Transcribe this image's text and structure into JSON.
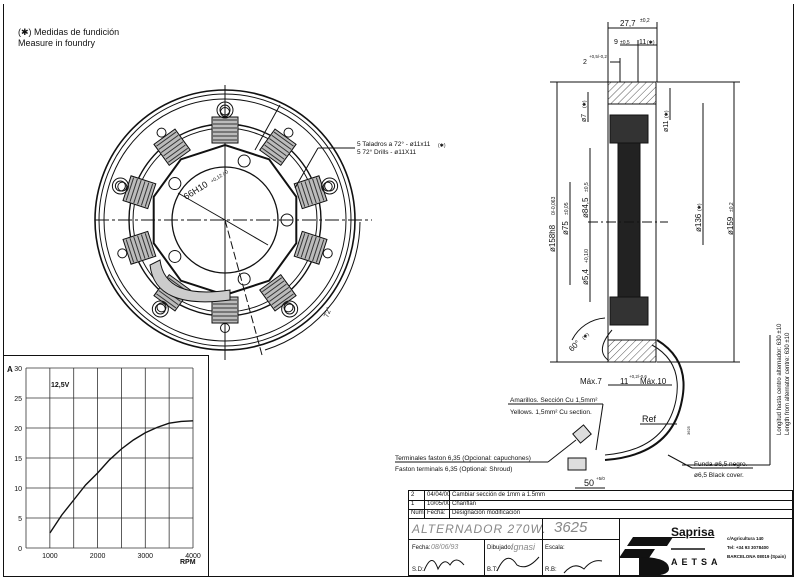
{
  "notes": {
    "line1": "(✱) Medidas de fundición",
    "line2": "Measure in foundry"
  },
  "front_view": {
    "drill_label_es": "5 Taladros a 72° - ø11x11",
    "drill_label_en": "5 72° Drills - ø11X11",
    "drill_mark": "(✱)",
    "bore_label": "66H10",
    "bore_tol": "+0,12 / 0",
    "angle_label": "72°"
  },
  "side_view": {
    "dims": {
      "width": "27,7",
      "width_tol": "±0,2",
      "d9": "9",
      "d9_tol": "±0,5",
      "d11": "11",
      "d11_mark": "(✱)",
      "d2": "2",
      "d2_tol": "+0,5/-0,2",
      "d7": "ø7",
      "d7_mark": "(✱)",
      "d11b": "ø11",
      "d11b_mark": "(✱)",
      "d158": "ø158h8",
      "d158_tol": "0/-0,063",
      "d75": "ø75",
      "d75_tol": "±0,05",
      "d84": "ø84,5",
      "d84_tol": "±0,5",
      "d54": "ø5,4",
      "d54_tol": "+0,1/0",
      "d136": "ø136",
      "d136_mark": "(✱)",
      "d159": "ø159",
      "d159_tol": "±0,2",
      "angle": "60°",
      "angle_mark": "(✱)",
      "max7": "Máx.7",
      "d11c": "11",
      "d11c_tol": "+0,2/-0,6",
      "max10": "Máx.10"
    },
    "length_es": "Longitud hasta centro alternador: 630 ±10",
    "length_en": "Length from alternator centre: 630 ±10"
  },
  "wiring": {
    "yellow_es": "Amarillos. Sección Cu 1,5mm²",
    "yellow_en": "Yellows. 1,5mm² Cu section.",
    "ref": "Ref",
    "terminals_es": "Terminales faston 6,35 (Opcional: capuchones)",
    "terminals_en": "Faston terminals 6,35 (Optional: Shroud)",
    "cover_es": "Funda ø6,5 negro.",
    "cover_en": "ø6,5 Black cover.",
    "dim50": "50",
    "dim50_tol": "+5/0",
    "cable_mark": "3625"
  },
  "title_block": {
    "revisions": [
      {
        "num": "2",
        "date": "04/04/00",
        "desc": "Cambiar sección de 1mm a 1.5mm"
      },
      {
        "num": "1",
        "date": "10/05/00",
        "desc": "Chanflán"
      }
    ],
    "rev_headers": {
      "num": "Num.",
      "date": "Fecha:",
      "desc": "Designación modificación"
    },
    "part_name": "ALTERNADOR 270W.",
    "part_number": "3625",
    "date_label": "Fecha:",
    "date_value": "08/06/93",
    "drawn_label": "Dibujado:",
    "drawn_value": "Ignasi",
    "scale_label": "Escala:",
    "sd_label": "S.D:",
    "bt_label": "B.T:",
    "rb_label": "R.B:",
    "company": "Saprisa",
    "company2": "AETSA",
    "address1": "c/Agricultura 140",
    "address2": "Tel: +34 93 3078400",
    "address3": "BARCELONA 08019 (Spain)"
  },
  "chart_data": {
    "type": "line",
    "title": "12,5V",
    "xlabel": "RPM",
    "ylabel": "A",
    "xlim": [
      500,
      4000
    ],
    "ylim": [
      0,
      30
    ],
    "xticks": [
      "1000",
      "2000",
      "3000",
      "4000"
    ],
    "yticks": [
      "0",
      "5",
      "10",
      "15",
      "20",
      "25",
      "30"
    ],
    "grid": true,
    "series": [
      {
        "name": "12,5V",
        "x": [
          1000,
          1250,
          1500,
          1750,
          2000,
          2250,
          2500,
          2750,
          3000,
          3250,
          3500,
          3750,
          4000
        ],
        "y": [
          2.5,
          5.5,
          8,
          10.5,
          12.5,
          14.7,
          16.5,
          18,
          19.2,
          20.1,
          20.8,
          21.1,
          21.2
        ]
      }
    ]
  }
}
